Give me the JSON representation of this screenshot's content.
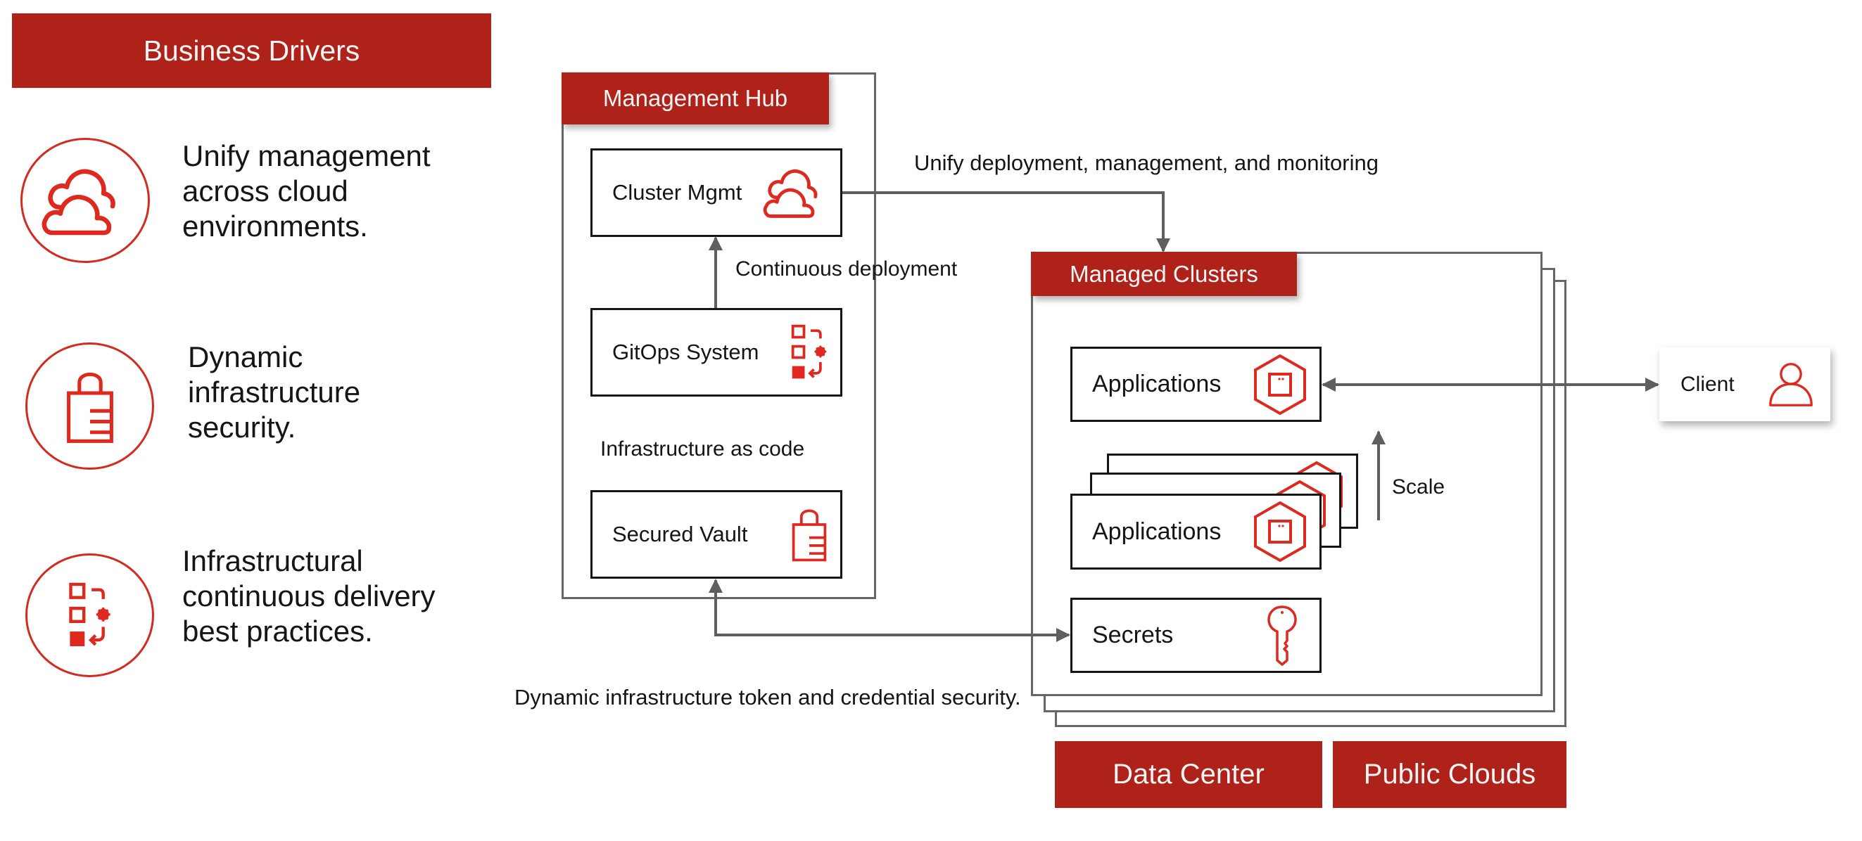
{
  "business_drivers": {
    "title": "Business Drivers",
    "items": [
      {
        "icon": "cloud-icon",
        "lines": [
          "Unify management",
          "across cloud",
          "environments."
        ]
      },
      {
        "icon": "lock-icon",
        "lines": [
          "Dynamic",
          "infrastructure",
          "security."
        ]
      },
      {
        "icon": "gitops-icon",
        "lines": [
          "Infrastructural",
          "continuous delivery",
          "best practices."
        ]
      }
    ]
  },
  "management_hub": {
    "title": "Management Hub",
    "nodes": {
      "cluster_mgmt": {
        "label": "Cluster Mgmt",
        "icon": "cloud-icon"
      },
      "gitops": {
        "label": "GitOps System",
        "icon": "gitops-icon"
      },
      "vault": {
        "label": "Secured Vault",
        "icon": "lock-icon"
      }
    },
    "continuous_deployment": "Continuous deployment",
    "infrastructure_as_code": "Infrastructure as code"
  },
  "managed_clusters": {
    "title": "Managed Clusters",
    "applications_label": "Applications",
    "applications_scaled_label": "Applications",
    "secrets_label": "Secrets",
    "scale_label": "Scale"
  },
  "annotations": {
    "unify": "Unify deployment, management, and monitoring",
    "token_security": "Dynamic infrastructure token and credential security."
  },
  "client": {
    "label": "Client",
    "icon": "user-icon"
  },
  "locations": [
    "Data Center",
    "Public Clouds"
  ],
  "colors": {
    "brand_red": "#AE2219",
    "icon_red": "#E0291E",
    "connector_gray": "#5F5F5F",
    "frame_gray": "#666666"
  }
}
